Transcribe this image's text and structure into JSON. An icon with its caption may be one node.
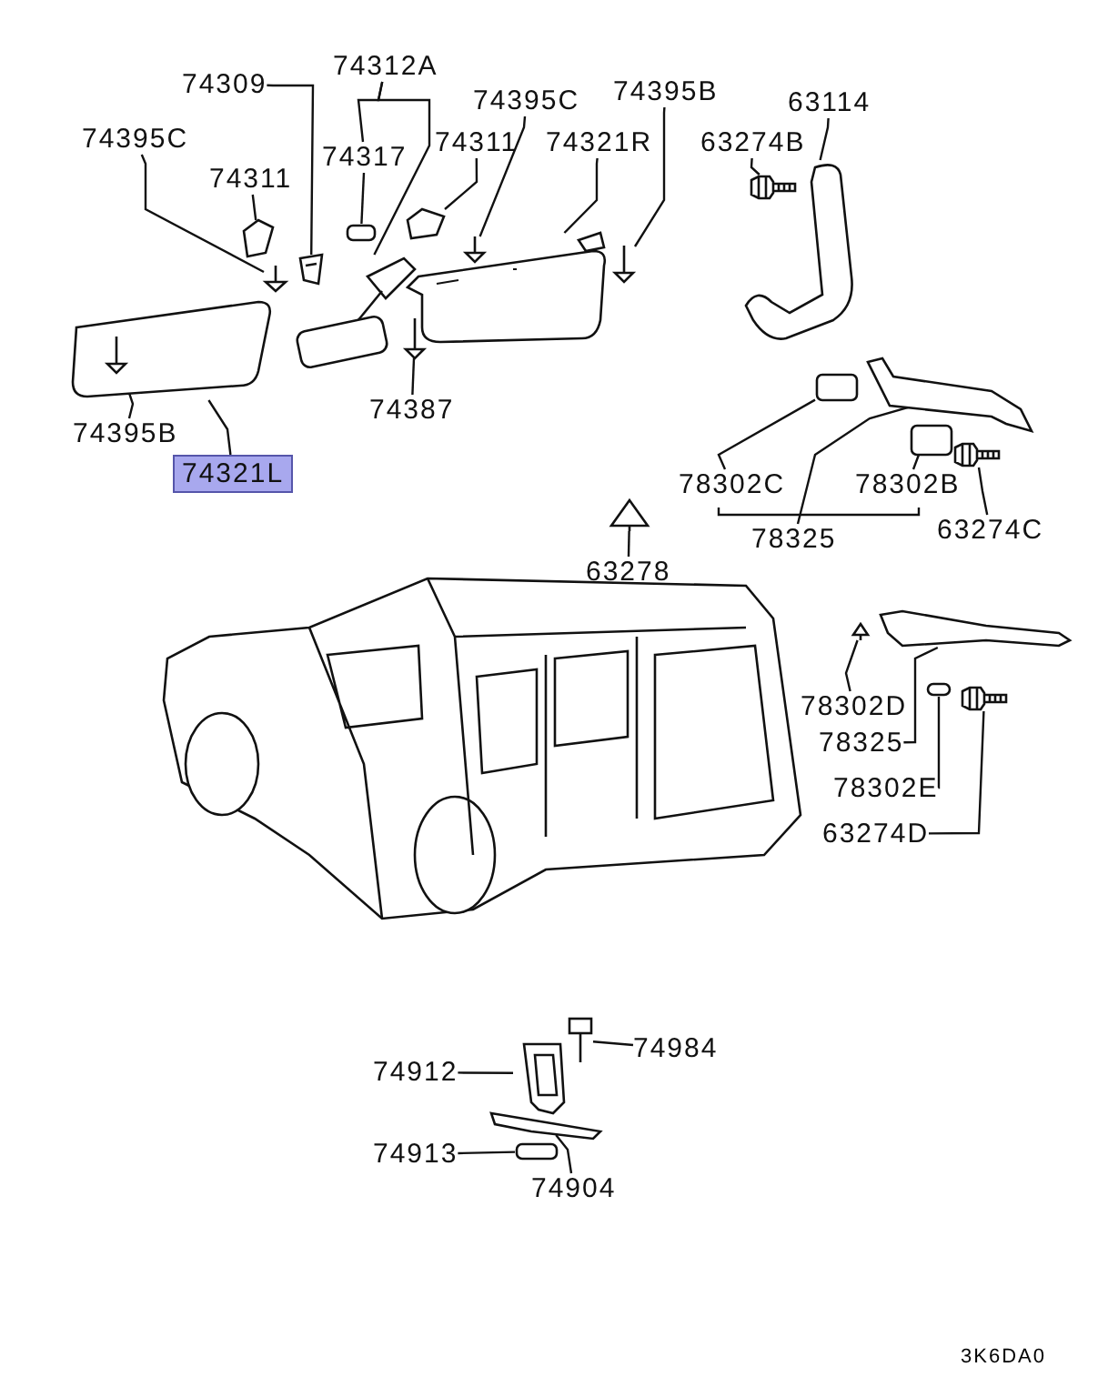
{
  "diagram": {
    "nodes": [
      {
        "text": [
          "74312A"
        ]
      },
      {
        "text": [
          "74309"
        ]
      },
      {
        "text": [
          "74395C"
        ]
      },
      {
        "text": [
          "74395B"
        ]
      },
      {
        "text": [
          "63114"
        ]
      },
      {
        "text": [
          "74395C"
        ]
      },
      {
        "text": [
          "74317"
        ]
      },
      {
        "text": [
          "74311"
        ]
      },
      {
        "text": [
          "74311"
        ]
      },
      {
        "text": [
          "74321R"
        ]
      },
      {
        "text": [
          "63274B"
        ]
      },
      {
        "text": [
          "74395B"
        ]
      },
      {
        "text": [
          "74387"
        ]
      },
      {
        "text": [
          "74321L"
        ]
      },
      {
        "text": [
          "78302C"
        ]
      },
      {
        "text": [
          "78302B"
        ]
      },
      {
        "text": [
          "78325"
        ]
      },
      {
        "text": [
          "63274C"
        ]
      },
      {
        "text": [
          "63278"
        ]
      },
      {
        "text": [
          "78302D"
        ]
      },
      {
        "text": [
          "78325"
        ]
      },
      {
        "text": [
          "78302E"
        ]
      },
      {
        "text": [
          "63274D"
        ]
      },
      {
        "text": [
          "74912"
        ]
      },
      {
        "text": [
          "74984"
        ]
      },
      {
        "text": [
          "74913"
        ]
      },
      {
        "text": [
          "74904"
        ]
      },
      {
        "text": [],
        "shape": "picture"
      },
      {
        "text": [],
        "shape": "picture"
      },
      {
        "text": [],
        "shape": "picture"
      },
      {
        "text": [],
        "shape": "picture",
        "in": 27
      },
      {
        "text": [],
        "shape": "picture"
      },
      {
        "text": [],
        "shape": "box"
      },
      {
        "text": [],
        "shape": "picture"
      },
      {
        "text": [],
        "shape": "picture"
      },
      {
        "text": [],
        "shape": "picture"
      },
      {
        "text": [],
        "shape": "picture"
      },
      {
        "text": [],
        "shape": "picture"
      },
      {
        "text": [],
        "shape": "picture"
      },
      {
        "text": [],
        "shape": "picture"
      },
      {
        "text": [],
        "shape": "picture"
      },
      {
        "text": [],
        "shape": "box"
      },
      {
        "text": [],
        "shape": "picture"
      },
      {
        "text": [],
        "shape": "box"
      },
      {
        "text": [],
        "shape": "picture"
      },
      {
        "text": [],
        "shape": "picture"
      },
      {
        "text": [],
        "shape": "picture"
      },
      {
        "text": [],
        "shape": "picture"
      },
      {
        "text": [],
        "shape": "box"
      },
      {
        "text": [],
        "shape": "picture"
      },
      {
        "text": [],
        "shape": "picture"
      },
      {
        "text": [],
        "shape": "picture"
      },
      {
        "text": [],
        "shape": "picture"
      },
      {
        "text": [],
        "shape": "box"
      }
    ],
    "edges": [
      {
        "from": 0,
        "to": 6,
        "arrow": "none"
      },
      {
        "from": 0,
        "to": 33,
        "arrow": "none"
      },
      {
        "from": 1,
        "to": 31,
        "arrow": "none"
      },
      {
        "from": 2,
        "to": 36,
        "arrow": "none"
      },
      {
        "from": 3,
        "to": 38,
        "arrow": "none"
      },
      {
        "from": 4,
        "to": 40,
        "arrow": "none"
      },
      {
        "from": 5,
        "to": 29,
        "arrow": "none"
      },
      {
        "from": 6,
        "to": 32,
        "arrow": "none"
      },
      {
        "from": 7,
        "to": 28,
        "arrow": "none"
      },
      {
        "from": 8,
        "to": 35,
        "arrow": "none"
      },
      {
        "from": 9,
        "to": 37,
        "arrow": "none"
      },
      {
        "from": 10,
        "to": 39,
        "arrow": "none"
      },
      {
        "from": 11,
        "to": 30,
        "arrow": "none"
      },
      {
        "from": 12,
        "to": 34,
        "arrow": "none"
      },
      {
        "from": 13,
        "to": 27,
        "arrow": "none"
      },
      {
        "from": 14,
        "to": 41,
        "arrow": "none"
      },
      {
        "from": 15,
        "to": 43,
        "arrow": "none"
      },
      {
        "from": 16,
        "to": 42,
        "arrow": "none"
      },
      {
        "from": 17,
        "to": 44,
        "arrow": "none"
      },
      {
        "from": 18,
        "to": 45,
        "arrow": "none"
      },
      {
        "from": 19,
        "to": 46,
        "arrow": "none"
      },
      {
        "from": 20,
        "to": 47,
        "arrow": "none"
      },
      {
        "from": 21,
        "to": 48,
        "arrow": "none"
      },
      {
        "from": 22,
        "to": 49,
        "arrow": "none"
      },
      {
        "from": 23,
        "to": 51,
        "arrow": "none"
      },
      {
        "from": 24,
        "to": 50,
        "arrow": "none"
      },
      {
        "from": 25,
        "to": 53,
        "arrow": "none"
      },
      {
        "from": 26,
        "to": 52,
        "arrow": "none"
      }
    ],
    "labels": [
      "3K6DA0"
    ]
  }
}
